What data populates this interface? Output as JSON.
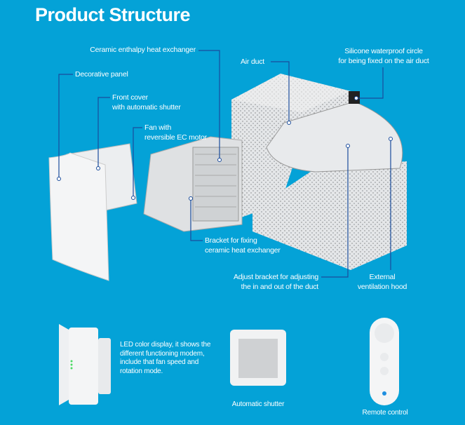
{
  "title": "Product Structure",
  "labels": {
    "heat_exchanger": "Ceramic enthalpy heat exchanger",
    "air_duct": "Air duct",
    "silicone_1": "Silicone waterproof circle",
    "silicone_2": "for being fixed on the air duct",
    "decorative_panel": "Decorative panel",
    "front_cover_1": "Front cover",
    "front_cover_2": "with automatic shutter",
    "fan_1": "Fan with",
    "fan_2": "reversible EC motor",
    "bracket_1": "Bracket for fixing",
    "bracket_2": "ceramic heat exchanger",
    "adjust_1": "Adjust bracket for adjusting",
    "adjust_2": "the in and out of the duct",
    "hood_1": "External",
    "hood_2": "ventilation hood"
  },
  "bottom": {
    "led_text": [
      "LED color display, it shows the",
      "different functioning modem,",
      "include that fan speed and",
      "rotation mode."
    ],
    "shutter_caption": "Automatic shutter",
    "remote_caption": "Remote control"
  },
  "colors": {
    "background": "#04a2d7",
    "leader": "#1a4c9c",
    "led": "#4cd964"
  }
}
